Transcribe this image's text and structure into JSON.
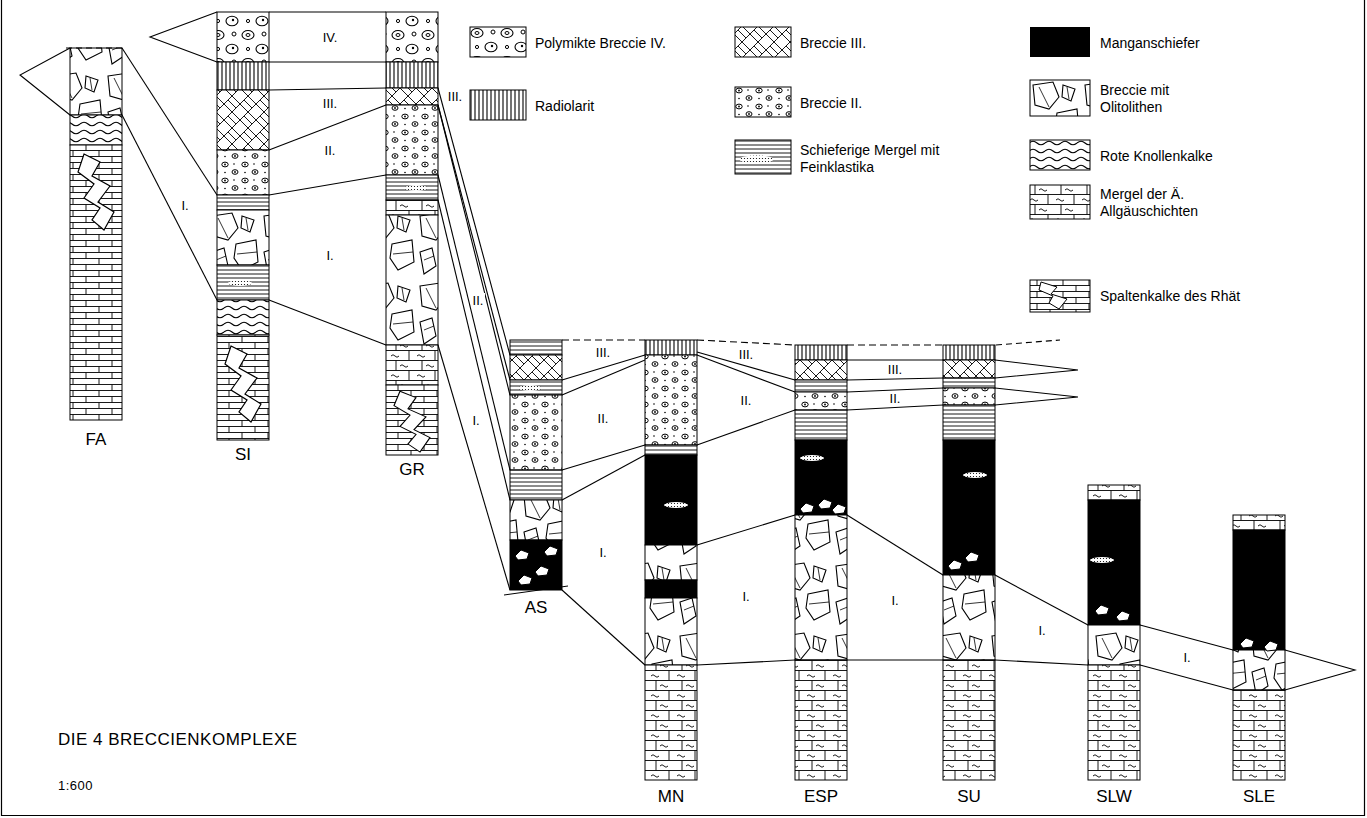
{
  "diagram": {
    "nodes": [
      {
        "text": [
          "FA"
        ]
      },
      {
        "text": [
          "SI"
        ]
      },
      {
        "text": [
          "GR"
        ]
      },
      {
        "text": [
          "AS"
        ]
      },
      {
        "text": [
          "MN"
        ]
      },
      {
        "text": [
          "ESP"
        ]
      },
      {
        "text": [
          "SU"
        ]
      },
      {
        "text": [
          "SLW"
        ]
      },
      {
        "text": [
          "SLE"
        ]
      }
    ],
    "edges": [
      {
        "from": 0,
        "to": 1,
        "arrow": "none"
      },
      {
        "from": 0,
        "to": 1,
        "arrow": "none"
      },
      {
        "from": 1,
        "to": 2,
        "arrow": "none"
      },
      {
        "from": 1,
        "to": 2,
        "arrow": "none"
      },
      {
        "from": 1,
        "to": 2,
        "arrow": "none"
      },
      {
        "from": 1,
        "to": 2,
        "arrow": "none"
      },
      {
        "from": 1,
        "to": 2,
        "arrow": "none"
      },
      {
        "from": 1,
        "to": 2,
        "arrow": "none"
      },
      {
        "from": 2,
        "to": 3,
        "arrow": "none"
      },
      {
        "from": 2,
        "to": 3,
        "arrow": "none"
      },
      {
        "from": 2,
        "to": 3,
        "arrow": "none"
      },
      {
        "from": 2,
        "to": 3,
        "arrow": "none"
      },
      {
        "from": 2,
        "to": 3,
        "arrow": "none"
      },
      {
        "from": 2,
        "to": 3,
        "arrow": "none"
      },
      {
        "from": 3,
        "to": 4,
        "arrow": "none"
      },
      {
        "from": 3,
        "to": 4,
        "arrow": "none"
      },
      {
        "from": 3,
        "to": 4,
        "arrow": "none"
      },
      {
        "from": 3,
        "to": 4,
        "arrow": "none"
      },
      {
        "from": 3,
        "to": 4,
        "arrow": "none"
      },
      {
        "from": 3,
        "to": 4,
        "arrow": "none"
      },
      {
        "from": 4,
        "to": 5,
        "arrow": "none"
      },
      {
        "from": 4,
        "to": 5,
        "arrow": "none"
      },
      {
        "from": 4,
        "to": 5,
        "arrow": "none"
      },
      {
        "from": 4,
        "to": 5,
        "arrow": "none"
      },
      {
        "from": 4,
        "to": 5,
        "arrow": "none"
      },
      {
        "from": 4,
        "to": 5,
        "arrow": "none"
      },
      {
        "from": 5,
        "to": 6,
        "arrow": "none"
      },
      {
        "from": 5,
        "to": 6,
        "arrow": "none"
      },
      {
        "from": 5,
        "to": 6,
        "arrow": "none"
      },
      {
        "from": 5,
        "to": 6,
        "arrow": "none"
      },
      {
        "from": 5,
        "to": 6,
        "arrow": "none"
      },
      {
        "from": 5,
        "to": 6,
        "arrow": "none"
      },
      {
        "from": 5,
        "to": 6,
        "arrow": "none"
      },
      {
        "from": 6,
        "to": 7,
        "arrow": "none"
      },
      {
        "from": 6,
        "to": 7,
        "arrow": "none"
      },
      {
        "from": 7,
        "to": 8,
        "arrow": "none"
      },
      {
        "from": 7,
        "to": 8,
        "arrow": "none"
      }
    ],
    "labels": [
      "IV.",
      "III.",
      "II.",
      "I.",
      "I.",
      "III.",
      "II.",
      "I.",
      "III.",
      "II.",
      "I.",
      "III.",
      "II.",
      "I.",
      "III.",
      "II.",
      "I.",
      "I.",
      "I.",
      "DIE 4 BRECCIENKOMPLEXE",
      "1:600"
    ],
    "legend": [
      {
        "text": "Polymikte Breccie IV."
      },
      {
        "text": "Breccie III."
      },
      {
        "text": "Manganschiefer",
        "color": "#000000"
      },
      {
        "text": "Radiolarit"
      },
      {
        "text": "Breccie II."
      },
      {
        "text": "Breccie mit Olitolithen"
      },
      {
        "text": "Schieferige Mergel mit Feinklastika"
      },
      {
        "text": "Rote Knollenkalke"
      },
      {
        "text": "Mergel der Ä. Allgäuschichten"
      },
      {
        "text": "Spaltenkalke des Rhät"
      }
    ]
  }
}
